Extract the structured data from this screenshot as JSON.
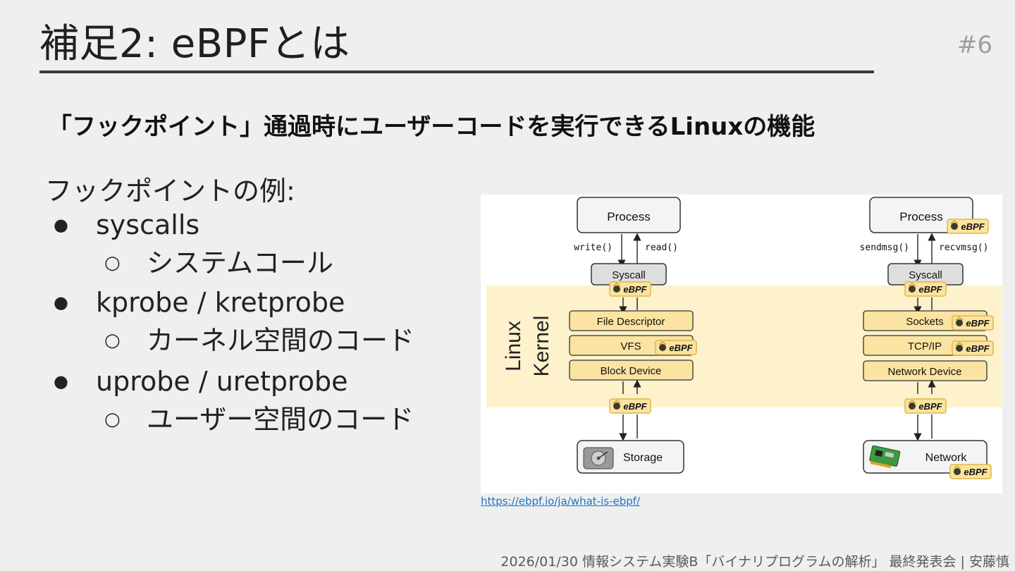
{
  "slide": {
    "title": "補足2: eBPFとは",
    "page_number": "#6",
    "subtitle": "「フックポイント」通過時にユーザーコードを実行できるLinuxの機能",
    "lead": "フックポイントの例:",
    "hooks": [
      {
        "name": "syscalls",
        "desc": "システムコール"
      },
      {
        "name": "kprobe / kretprobe",
        "desc": "カーネル空間のコード"
      },
      {
        "name": "uprobe / uretprobe",
        "desc": "ユーザー空間のコード"
      }
    ],
    "reference_url": "https://ebpf.io/ja/what-is-ebpf/",
    "footer": "2026/01/30 情報システム実験B「バイナリプログラムの解析」 最終発表会 | 安藤慎"
  },
  "diagram": {
    "kernel_label_line1": "Linux",
    "kernel_label_line2": "Kernel",
    "badge_text": "eBPF",
    "left": {
      "process": "Process",
      "call_down": "write()",
      "call_up": "read()",
      "syscall": "Syscall",
      "layers": [
        "File Descriptor",
        "VFS",
        "Block Device"
      ],
      "device": "Storage"
    },
    "right": {
      "process": "Process",
      "call_down": "sendmsg()",
      "call_up": "recvmsg()",
      "syscall": "Syscall",
      "layers": [
        "Sockets",
        "TCP/IP",
        "Network Device"
      ],
      "device": "Network"
    },
    "colors": {
      "kernel_band": "#fdf2cc",
      "layer_fill": "#fbe3a1",
      "badge_fill": "#fbe3a1",
      "badge_border": "#e0b84a",
      "process_fill": "#f4f4f4",
      "syscall_fill": "#dedede"
    }
  }
}
